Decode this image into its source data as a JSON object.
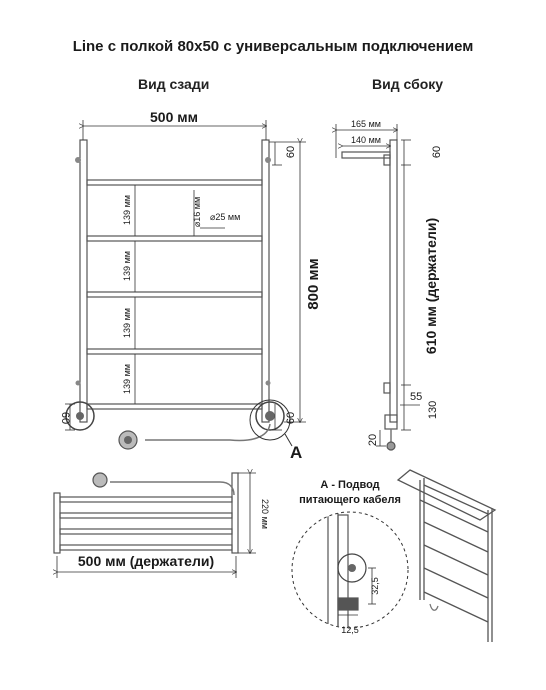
{
  "title": "Line с полкой 80х50 с универсальным подключением",
  "view_back": "Вид сзади",
  "view_side": "Вид сбоку",
  "dims": {
    "width_500": "500 мм",
    "height_800": "800 мм",
    "step_139": "139 мм",
    "top_60": "60",
    "bottom_60": "60",
    "pipe_16": "⌀16 мм",
    "pipe_25": "⌀25 мм",
    "depth_165": "165 мм",
    "depth_140": "140 мм",
    "holders_610": "610 мм (держатели)",
    "side_55": "55",
    "side_130": "130",
    "side_20": "20",
    "shelf_holders_500": "500 мм (держатели)",
    "shelf_220": "220 мм",
    "detail_325": "32,5",
    "detail_125": "12,5"
  },
  "marker_a": "A",
  "detail_caption": [
    "А - Подвод",
    "питающего кабеля"
  ]
}
